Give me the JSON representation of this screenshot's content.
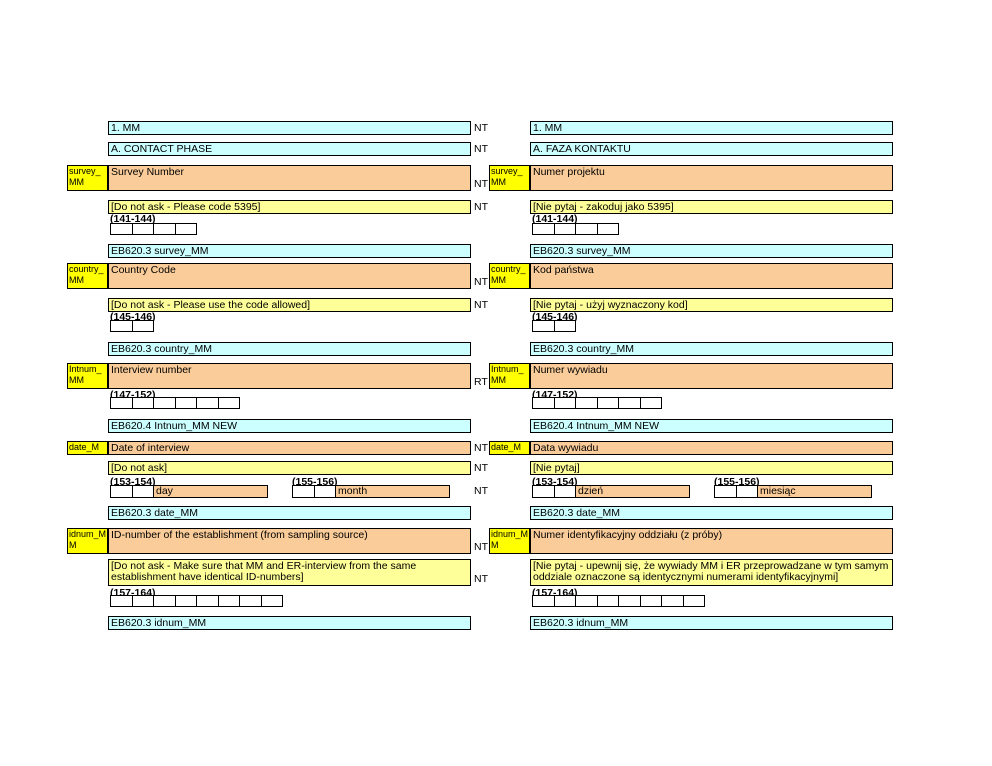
{
  "colors": {
    "section_header": "#CCFFFF",
    "question": "#FACC99",
    "variable_label": "#FFFF00",
    "instruction": "#FFFF99"
  },
  "en": {
    "title": "1. MM",
    "phase": "A. CONTACT PHASE",
    "markers": {
      "title": "NT",
      "phase": "NT",
      "survey_q": "NT",
      "survey_instr": "NT",
      "country_q": "NT",
      "country_instr": "NT",
      "intnum_q": "RT",
      "date_q": "NT",
      "date_instr": "NT",
      "date_cells": "NT",
      "idnum_q": "NT",
      "idnum_instr": "NT"
    },
    "survey": {
      "label": "survey_MM",
      "question": "Survey Number",
      "instruction": "[Do not ask - Please code 5395]",
      "code": "(141-144)",
      "cells": "4",
      "footer": "EB620.3 survey_MM"
    },
    "country": {
      "label": "country_MM",
      "question": "Country Code",
      "instruction": "[Do not ask - Please use the code allowed]",
      "code": "(145-146)",
      "cells": "2",
      "footer": "EB620.3 country_MM"
    },
    "intnum": {
      "label": "Intnum_MM",
      "question": "Interview number",
      "code": "(147-152)",
      "cells": "6",
      "footer": "EB620.4 Intnum_MM NEW"
    },
    "date": {
      "label": "date_MM",
      "question": "Date of interview",
      "instruction": "[Do not ask]",
      "code1": "(153-154)",
      "cells1": "2",
      "unit1": "day",
      "code2": "(155-156)",
      "cells2": "2",
      "unit2": "month",
      "footer": "EB620.3 date_MM"
    },
    "idnum": {
      "label": "idnum_MM",
      "question": "ID-number of the establishment (from sampling source)",
      "instruction": "[Do not ask - Make sure that MM and ER-interview from the same establishment have identical ID-numbers]",
      "code": "(157-164)",
      "cells": "8",
      "footer": "EB620.3 idnum_MM"
    }
  },
  "pl": {
    "title": "1. MM",
    "phase": "A. FAZA KONTAKTU",
    "survey": {
      "label": "survey_MM",
      "question": "Numer projektu",
      "instruction": "[Nie pytaj - zakoduj jako 5395]",
      "code": "(141-144)",
      "cells": "4",
      "footer": "EB620.3 survey_MM"
    },
    "country": {
      "label": "country_MM",
      "question": "Kod państwa",
      "instruction": "[Nie pytaj - użyj wyznaczony kod]",
      "code": "(145-146)",
      "cells": "2",
      "footer": "EB620.3 country_MM"
    },
    "intnum": {
      "label": "Intnum_MM",
      "question": "Numer wywiadu",
      "code": "(147-152)",
      "cells": "6",
      "footer": "EB620.4 Intnum_MM NEW"
    },
    "date": {
      "label": "date_MM",
      "question": "Data wywiadu",
      "instruction": "[Nie pytaj]",
      "code1": "(153-154)",
      "cells1": "2",
      "unit1": "dzień",
      "code2": "(155-156)",
      "cells2": "2",
      "unit2": "miesiąc",
      "footer": "EB620.3 date_MM"
    },
    "idnum": {
      "label": "idnum_MM",
      "question": "Numer identyfikacyjny oddziału (z próby)",
      "instruction": "[Nie pytaj - upewnij się, że wywiady MM i ER przeprowadzane w tym samym oddziale oznaczone są identycznymi numerami identyfikacyjnymi]",
      "code": "(157-164)",
      "cells": "8",
      "footer": "EB620.3 idnum_MM"
    }
  }
}
